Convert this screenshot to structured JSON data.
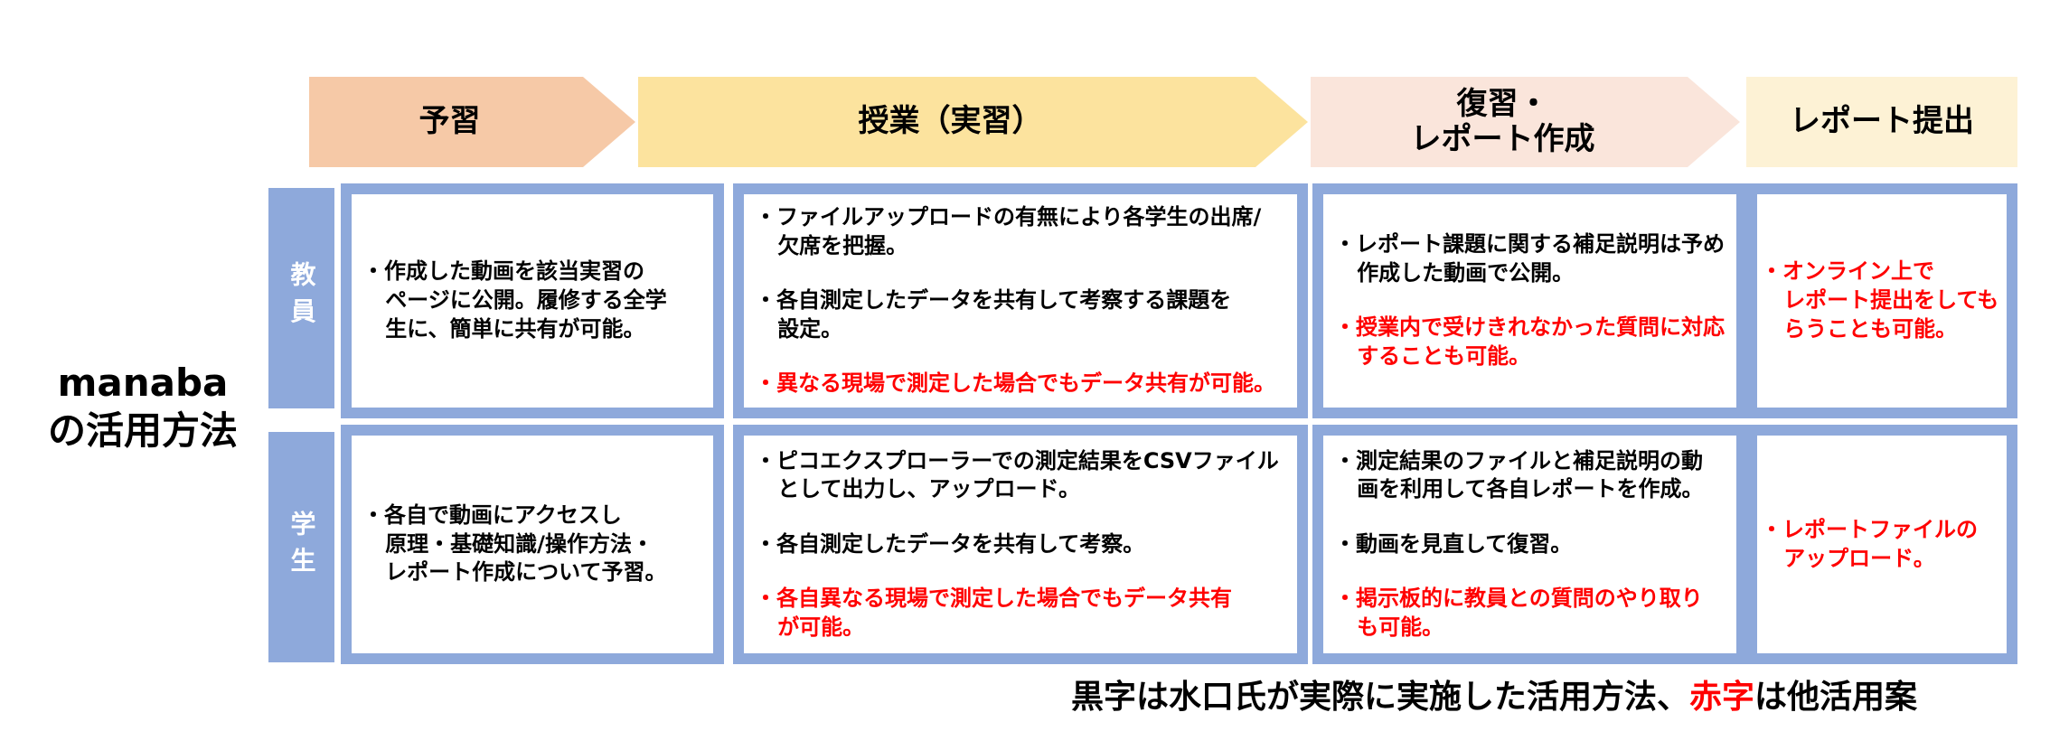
{
  "title": {
    "text": "manaba\nの活用方法"
  },
  "header": {
    "phases": [
      {
        "label": "予習",
        "bg": "#F6C9A7"
      },
      {
        "label": "授業（実習）",
        "bg": "#FCE39E"
      },
      {
        "label": "復習・\nレポート作成",
        "bg": "#FAE5DB"
      },
      {
        "label": "レポート提出",
        "bg": "#FDF2D5"
      }
    ]
  },
  "rows": [
    {
      "label": "教員",
      "cells": [
        {
          "bullets": [
            {
              "text": "作成した動画を該当実習の\nページに公開。履修する全学\n生に、簡単に共有が可能。",
              "color": "black"
            }
          ]
        },
        {
          "bullets": [
            {
              "text": "ファイルアップロードの有無により各学生の出席/\n欠席を把握。",
              "color": "black"
            },
            {
              "text": "各自測定したデータを共有して考察する課題を\n設定。",
              "color": "black"
            },
            {
              "text": "異なる現場で測定した場合でもデータ共有が可能。",
              "color": "red"
            }
          ]
        },
        {
          "bullets": [
            {
              "text": "レポート課題に関する補足説明は予め\n作成した動画で公開。",
              "color": "black"
            },
            {
              "text": "授業内で受けきれなかった質問に対応\nすることも可能。",
              "color": "red"
            }
          ]
        },
        {
          "bullets": [
            {
              "text": "オンライン上で\nレポート提出をしても\nらうことも可能。",
              "color": "red"
            }
          ]
        }
      ]
    },
    {
      "label": "学生",
      "cells": [
        {
          "bullets": [
            {
              "text": "各自で動画にアクセスし\n原理・基礎知識/操作方法・\nレポート作成について予習。",
              "color": "black"
            }
          ]
        },
        {
          "bullets": [
            {
              "text": "ピコエクスプローラーでの測定結果をCSVファイル\nとして出力し、アップロード。",
              "color": "black"
            },
            {
              "text": "各自測定したデータを共有して考察。",
              "color": "black"
            },
            {
              "text": "各自異なる現場で測定した場合でもデータ共有\nが可能。",
              "color": "red"
            }
          ]
        },
        {
          "bullets": [
            {
              "text": "測定結果のファイルと補足説明の動\n画を利用して各自レポートを作成。",
              "color": "black"
            },
            {
              "text": "動画を見直して復習。",
              "color": "black"
            },
            {
              "text": "掲示板的に教員との質問のやり取り\nも可能。",
              "color": "red"
            }
          ]
        },
        {
          "bullets": [
            {
              "text": "レポートファイルの\nアップロード。",
              "color": "red"
            }
          ]
        }
      ]
    }
  ],
  "footer": {
    "caption_black_prefix": "黒字は水口氏が実際に実施した活用方法、",
    "caption_red": "赤字",
    "caption_black_suffix": "は他活用案"
  },
  "colors": {
    "accent_blue": "#8EA9DB",
    "red_text": "#FF0000",
    "black_text": "#000000",
    "phase_prep_bg": "#F6C9A7",
    "phase_class_bg": "#FCE39E",
    "phase_review_bg": "#FAE5DB",
    "phase_submit_bg": "#FDF2D5"
  }
}
